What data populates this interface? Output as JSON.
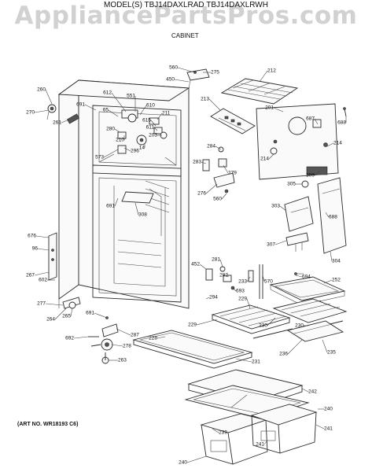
{
  "watermark": "AppliancePartsPros.com",
  "header": {
    "model_line": "MODEL(S) TBJ14DAXLRAD  TBJ14DAXLRWH"
  },
  "section_title": "CABINET",
  "art_number": "(ART NO. WR18193 C6)",
  "part_labels": [
    "560",
    "275",
    "450",
    "212",
    "260",
    "612",
    "551",
    "213",
    "270",
    "610",
    "201",
    "691",
    "65",
    "211",
    "688",
    "261",
    "615",
    "687",
    "611",
    "203",
    "210",
    "14",
    "214",
    "296",
    "280",
    "214",
    "573",
    "284",
    "283",
    "279",
    "309",
    "276",
    "560",
    "305",
    "691",
    "303",
    "308",
    "688",
    "676",
    "96",
    "307",
    "304",
    "267",
    "281",
    "452",
    "282",
    "694",
    "233",
    "570",
    "252",
    "602",
    "693",
    "229",
    "294",
    "277",
    "264",
    "265",
    "229",
    "230",
    "691",
    "287",
    "228",
    "230",
    "692",
    "278",
    "235",
    "236",
    "231",
    "263",
    "242",
    "240",
    "239",
    "241",
    "241",
    "240"
  ]
}
